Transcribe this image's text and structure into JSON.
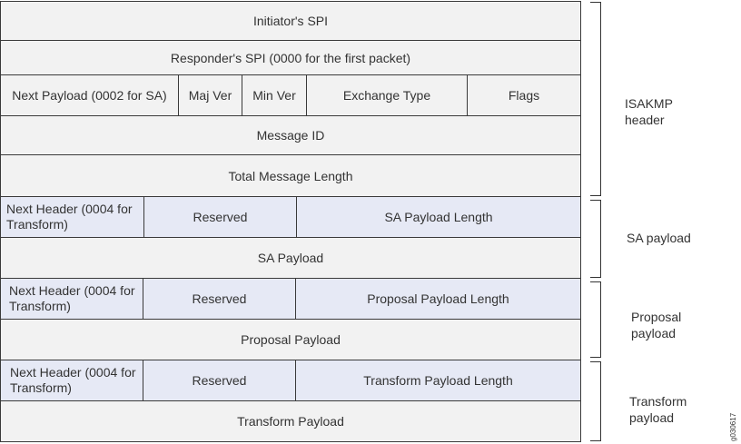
{
  "isakmp": {
    "initiator_spi": "Initiator's SPI",
    "responder_spi": "Responder's SPI (0000 for the first packet)",
    "next_payload": "Next Payload (0002 for SA)",
    "maj_ver": "Maj Ver",
    "min_ver": "Min Ver",
    "exchange_type": "Exchange Type",
    "flags": "Flags",
    "message_id": "Message ID",
    "total_length": "Total Message Length"
  },
  "sa": {
    "next_header": "Next Header (0004 for Transform)",
    "reserved": "Reserved",
    "payload_length": "SA Payload Length",
    "payload": "SA Payload"
  },
  "proposal": {
    "next_header": "Next Header (0004 for Transform)",
    "reserved": "Reserved",
    "payload_length": "Proposal Payload Length",
    "payload": "Proposal Payload"
  },
  "transform": {
    "next_header": "Next Header (0004 for Transform)",
    "reserved": "Reserved",
    "payload_length": "Transform Payload Length",
    "payload": "Transform Payload"
  },
  "labels": {
    "isakmp_header": "ISAKMP header",
    "sa_payload": "SA payload",
    "proposal_payload": "Proposal payload",
    "transform_payload": "Transform payload"
  },
  "figure_id": "g030617"
}
